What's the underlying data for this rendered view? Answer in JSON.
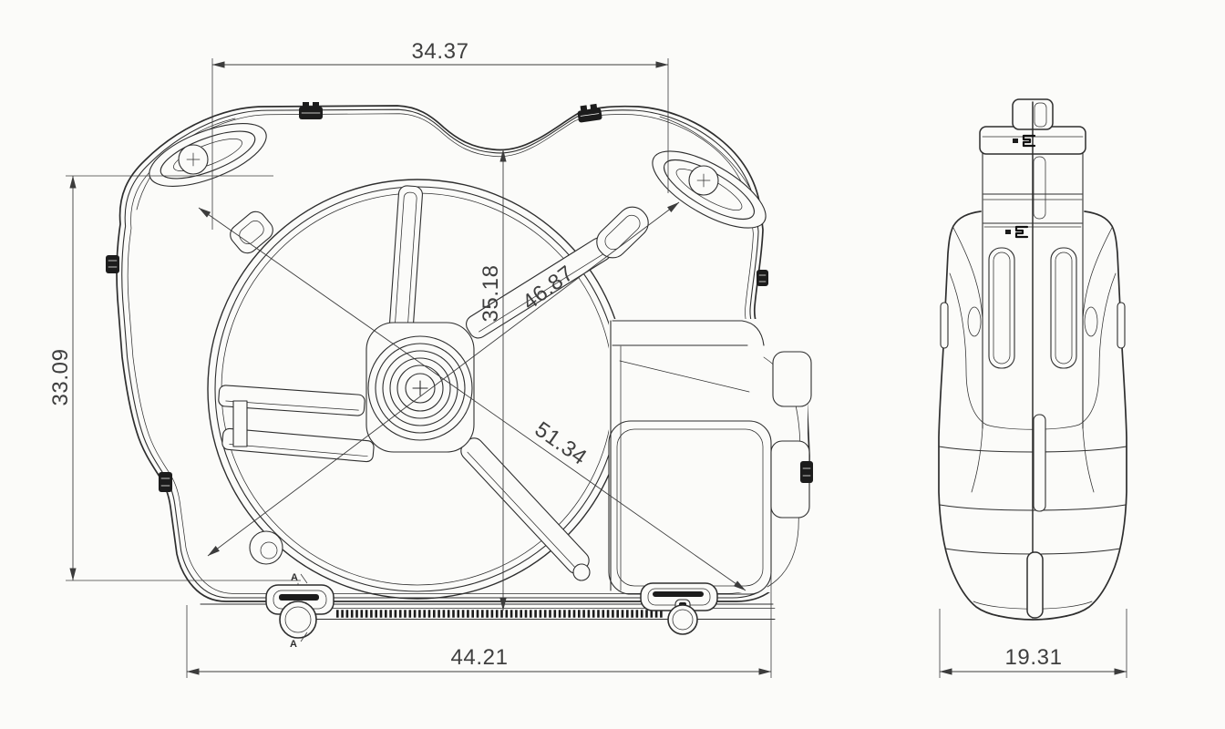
{
  "document": {
    "background_color": "#fbfbf9",
    "line_color": "#2e2e2e",
    "dimension_text_color": "#3f3f3f"
  },
  "dims": {
    "top_width": "34.37",
    "left_height": "33.09",
    "mid_height": "35.18",
    "diag_upper": "46.87",
    "diag_lower": "51.34",
    "bottom_width": "44.21",
    "end_width": "19.31"
  },
  "section": {
    "top": "A",
    "bottom": "A"
  }
}
